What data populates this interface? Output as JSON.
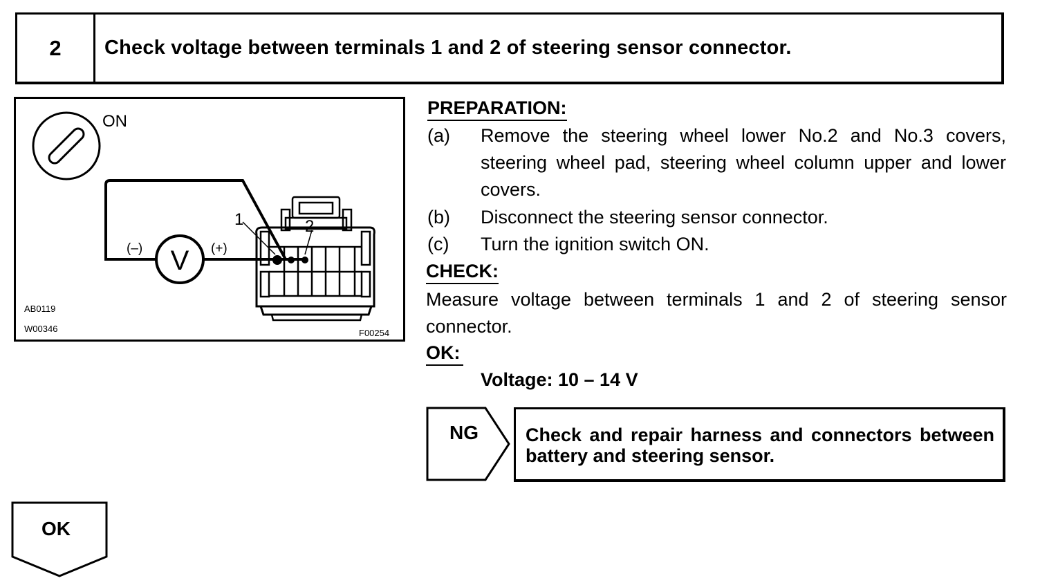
{
  "step": {
    "number": "2",
    "title": "Check voltage between terminals 1 and 2 of steering sensor connector."
  },
  "figure": {
    "switch_label": "ON",
    "meter_symbol": "V",
    "negative_label": "(–)",
    "positive_label": "(+)",
    "terminal_1": "1",
    "terminal_2": "2",
    "codes": [
      "AB0119",
      "W00346"
    ],
    "figure_code": "F00254"
  },
  "preparation": {
    "heading": "PREPARATION:",
    "steps": [
      {
        "label": "(a)",
        "text": "Remove the steering wheel lower No.2 and No.3 covers, steering wheel pad, steering wheel column upper and lower covers."
      },
      {
        "label": "(b)",
        "text": "Disconnect the steering sensor connector."
      },
      {
        "label": "(c)",
        "text": "Turn the ignition switch ON."
      }
    ]
  },
  "check": {
    "heading": "CHECK:",
    "text": "Measure voltage between terminals 1 and 2 of steering sensor connector."
  },
  "ok_spec": {
    "heading": "OK:",
    "value": "Voltage: 10 – 14 V"
  },
  "ng_branch": {
    "label": "NG",
    "action": "Check and repair harness and connectors between battery and steering sensor."
  },
  "ok_branch": {
    "label": "OK"
  }
}
